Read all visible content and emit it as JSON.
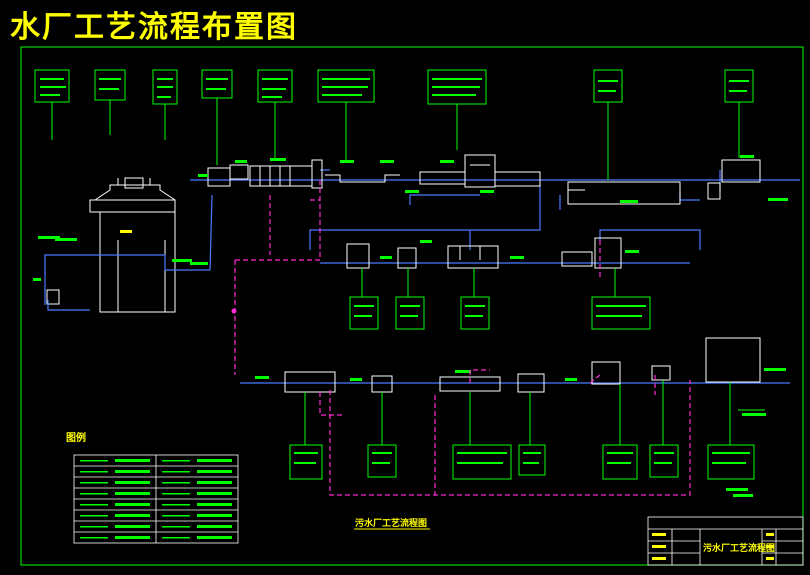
{
  "drawing": {
    "title": "水厂工艺流程布置图",
    "legend_title": "图例",
    "sub_caption": "污水厂工艺流程图",
    "title_block_name": "污水厂工艺流程图"
  },
  "colors": {
    "background": "#000000",
    "title": "#ffff00",
    "frame": "#00ff00",
    "structure": "#ffffff",
    "water_line": "#4b7bff",
    "sludge_line": "#ff2bd6",
    "note": "#00ff00"
  }
}
